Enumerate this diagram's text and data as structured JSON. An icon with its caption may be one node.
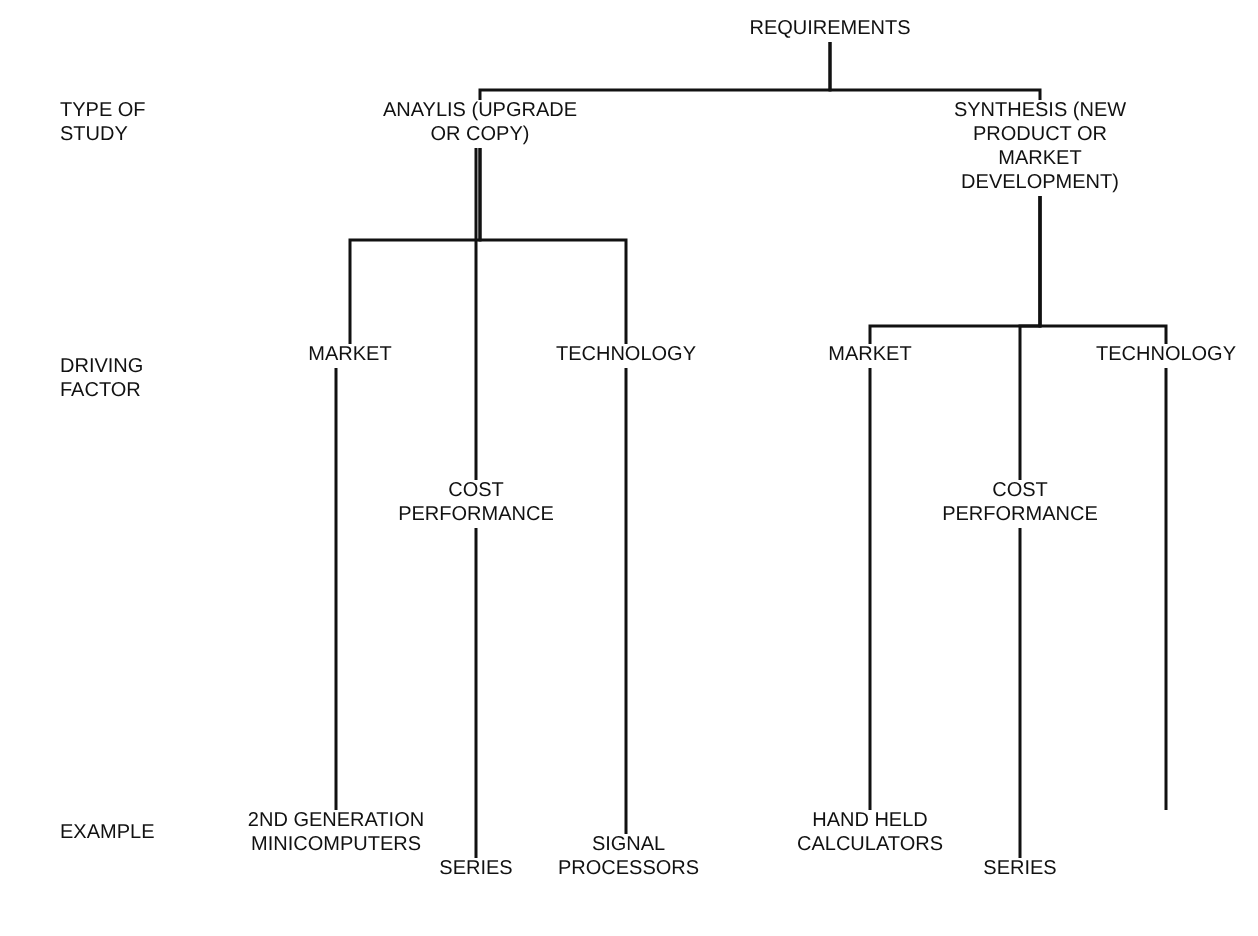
{
  "diagram": {
    "nodes": [
      {
        "text": [
          "REQUIREMENTS"
        ]
      },
      {
        "text": [
          "ANAYLIS (UPGRADE OR COPY)"
        ]
      },
      {
        "text": [
          "SYNTHESIS (NEW PRODUCT OR MARKET DEVELOPMENT)"
        ]
      },
      {
        "text": [
          "MARKET"
        ]
      },
      {
        "text": [
          "COST PERFORMANCE"
        ]
      },
      {
        "text": [
          "TECHNOLOGY"
        ]
      },
      {
        "text": [
          "MARKET"
        ]
      },
      {
        "text": [
          "COST PERFORMANCE"
        ]
      },
      {
        "text": [
          "TECHNOLOGY"
        ]
      },
      {
        "text": [
          "2ND GENERATION MINICOMPUTERS"
        ]
      },
      {
        "text": [
          "SERIES"
        ]
      },
      {
        "text": [
          "SIGNAL PROCESSORS"
        ]
      },
      {
        "text": [
          "HAND HELD CALCULATORS"
        ]
      },
      {
        "text": [
          "SERIES"
        ]
      }
    ],
    "edges": [
      {
        "from": 0,
        "to": 1,
        "arrow": "none"
      },
      {
        "from": 0,
        "to": 2,
        "arrow": "none"
      },
      {
        "from": 1,
        "to": 3,
        "arrow": "none"
      },
      {
        "from": 1,
        "to": 4,
        "arrow": "none"
      },
      {
        "from": 1,
        "to": 5,
        "arrow": "none"
      },
      {
        "from": 2,
        "to": 6,
        "arrow": "none"
      },
      {
        "from": 2,
        "to": 7,
        "arrow": "none"
      },
      {
        "from": 2,
        "to": 8,
        "arrow": "none"
      },
      {
        "from": 3,
        "to": 9,
        "arrow": "none"
      },
      {
        "from": 4,
        "to": 10,
        "arrow": "none"
      },
      {
        "from": 5,
        "to": 11,
        "arrow": "none"
      },
      {
        "from": 6,
        "to": 12,
        "arrow": "none"
      },
      {
        "from": 7,
        "to": 13,
        "arrow": "none"
      },
      {
        "from": 8,
        "to": null,
        "arrow": "none"
      }
    ],
    "labels": [
      "TYPE OF STUDY",
      "DRIVING FACTOR",
      "EXAMPLE"
    ]
  }
}
